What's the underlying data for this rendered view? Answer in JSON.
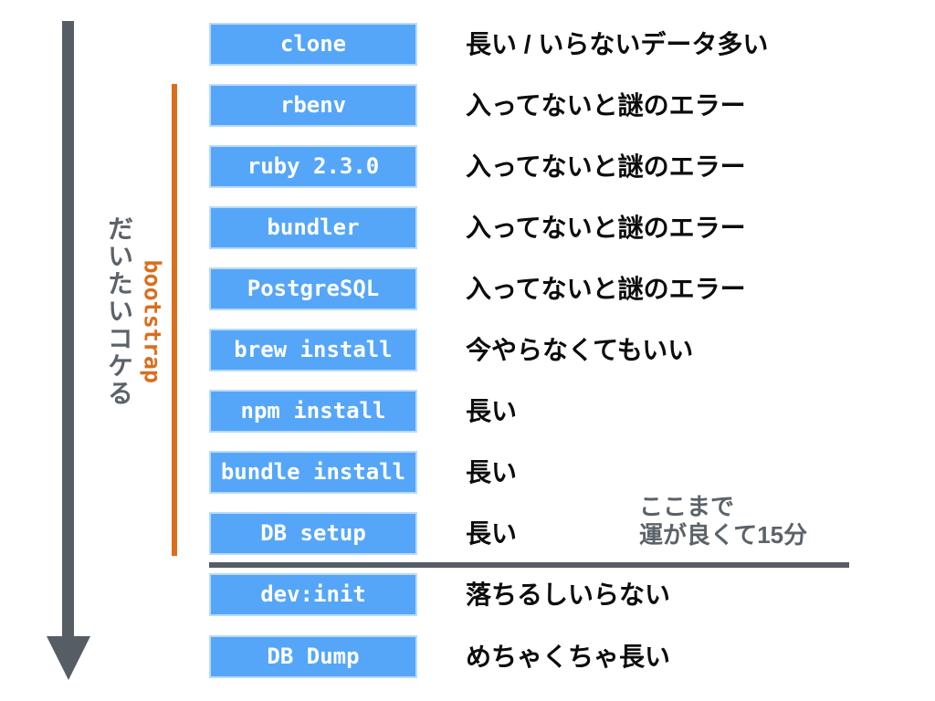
{
  "slide": {
    "left_flow_label": "だいたいコケる",
    "bracket_label": "bootstrap",
    "steps": [
      {
        "command": "clone",
        "note": "長い / いらないデータ多い"
      },
      {
        "command": "rbenv",
        "note": "入ってないと謎のエラー"
      },
      {
        "command": "ruby 2.3.0",
        "note": "入ってないと謎のエラー"
      },
      {
        "command": "bundler",
        "note": "入ってないと謎のエラー"
      },
      {
        "command": "PostgreSQL",
        "note": "入ってないと謎のエラー"
      },
      {
        "command": "brew install",
        "note": "今やらなくてもいい"
      },
      {
        "command": "npm install",
        "note": "長い"
      },
      {
        "command": "bundle install",
        "note": "長い"
      },
      {
        "command": "DB setup",
        "note": "長い"
      },
      {
        "command": "dev:init",
        "note": "落ちるしいらない"
      },
      {
        "command": "DB Dump",
        "note": "めちゃくちゃ長い"
      }
    ],
    "checkpoint_note": {
      "line1": "ここまで",
      "line2": "運が良くて15分"
    },
    "colors": {
      "step_box_blue": "#55a6f8",
      "step_box_border": "#b9dafc",
      "bracket_orange": "#d96e1d",
      "flow_gray": "#565d65",
      "note_black": "#0c0c0c",
      "annotation_gray": "#5b6269"
    }
  }
}
